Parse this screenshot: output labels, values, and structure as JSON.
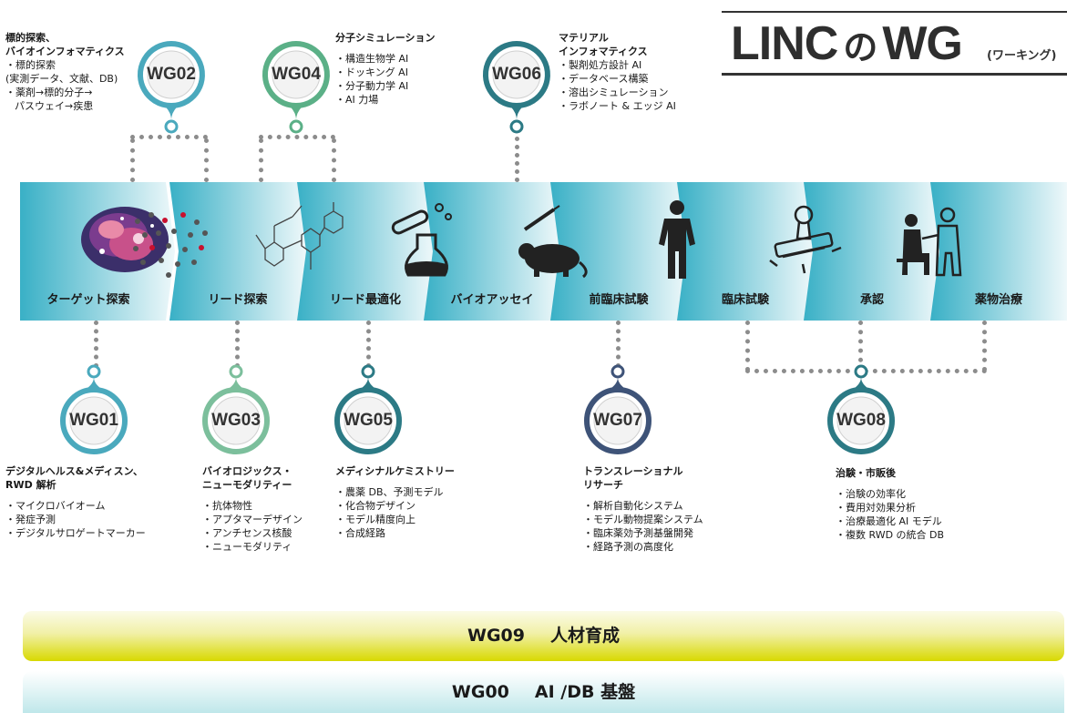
{
  "title": {
    "main_a": "LINC",
    "main_b": "の",
    "main_c": "WG",
    "sub": "(ワーキング)"
  },
  "stages": [
    {
      "label": "ターゲット探索",
      "icon": "nebula-icon"
    },
    {
      "label": "リード探索",
      "icon": "dot-cluster-icon"
    },
    {
      "label": "リード最適化",
      "icon": "molecule-structure-icon"
    },
    {
      "label": "バイオアッセイ",
      "icon": "flask-testtube-icon"
    },
    {
      "label": "前臨床試験",
      "icon": "mouse-syringe-icon"
    },
    {
      "label": "臨床試験",
      "icon": "person-icon"
    },
    {
      "label": "承認",
      "icon": "stamp-icon"
    },
    {
      "label": "薬物治療",
      "icon": "doctor-patient-icon"
    }
  ],
  "colors": {
    "stage_start": "#39b0c6",
    "stage_end": "#eef8fa",
    "wg_teal": "#4aa9bd",
    "wg_green": "#5bb087",
    "wg_darkteal": "#2c7a85",
    "wg_navy": "#3e5378",
    "wg09": "#d8d900",
    "wg00": "#bfe7ea"
  },
  "wgs": {
    "wg01": {
      "id": "WG01",
      "heading": [
        "デジタルヘルス&メディスン、",
        "RWD 解析"
      ],
      "items": [
        "・マイクロバイオーム",
        "・発症予測",
        "・デジタルサロゲートマーカー"
      ]
    },
    "wg02": {
      "id": "WG02",
      "heading": [
        "標的探索、",
        "バイオインフォマティクス"
      ],
      "items": [
        "・標的探索",
        "(実測データ、文献、DB)",
        "・薬剤→標的分子→",
        "パスウェイ→疾患"
      ]
    },
    "wg03": {
      "id": "WG03",
      "heading": [
        "バイオロジックス・",
        "ニューモダリティー"
      ],
      "items": [
        "・抗体物性",
        "・アプタマーデザイン",
        "・アンチセンス核酸",
        "・ニューモダリティ"
      ]
    },
    "wg04": {
      "id": "WG04",
      "heading": [
        "分子シミュレーション"
      ],
      "items": [
        "・構造生物学 AI",
        "・ドッキング AI",
        "・分子動力学 AI",
        "・AI 力場"
      ]
    },
    "wg05": {
      "id": "WG05",
      "heading": [
        "メディシナルケミストリー"
      ],
      "items": [
        "・農薬 DB、予測モデル",
        "・化合物デザイン",
        "・モデル精度向上",
        "・合成経路"
      ]
    },
    "wg06": {
      "id": "WG06",
      "heading": [
        "マテリアル",
        "インフォマティクス"
      ],
      "items": [
        "・製剤処方設計 AI",
        "・データベース構築",
        "・溶出シミュレーション",
        "・ラボノート & エッジ AI"
      ]
    },
    "wg07": {
      "id": "WG07",
      "heading": [
        "トランスレーショナル",
        "リサーチ"
      ],
      "items": [
        "・解析自動化システム",
        "・モデル動物提案システム",
        "・臨床薬効予測基盤開発",
        "・経路予測の高度化"
      ]
    },
    "wg08": {
      "id": "WG08",
      "heading": [
        "治験・市販後"
      ],
      "items": [
        "・治験の効率化",
        "・費用対効果分析",
        "・治療最適化 AI モデル",
        "・複数 RWD の統合 DB"
      ]
    }
  },
  "bottom": {
    "wg09": {
      "id": "WG09",
      "label": "人材育成"
    },
    "wg00": {
      "id": "WG00",
      "label": "AI /DB 基盤"
    }
  }
}
